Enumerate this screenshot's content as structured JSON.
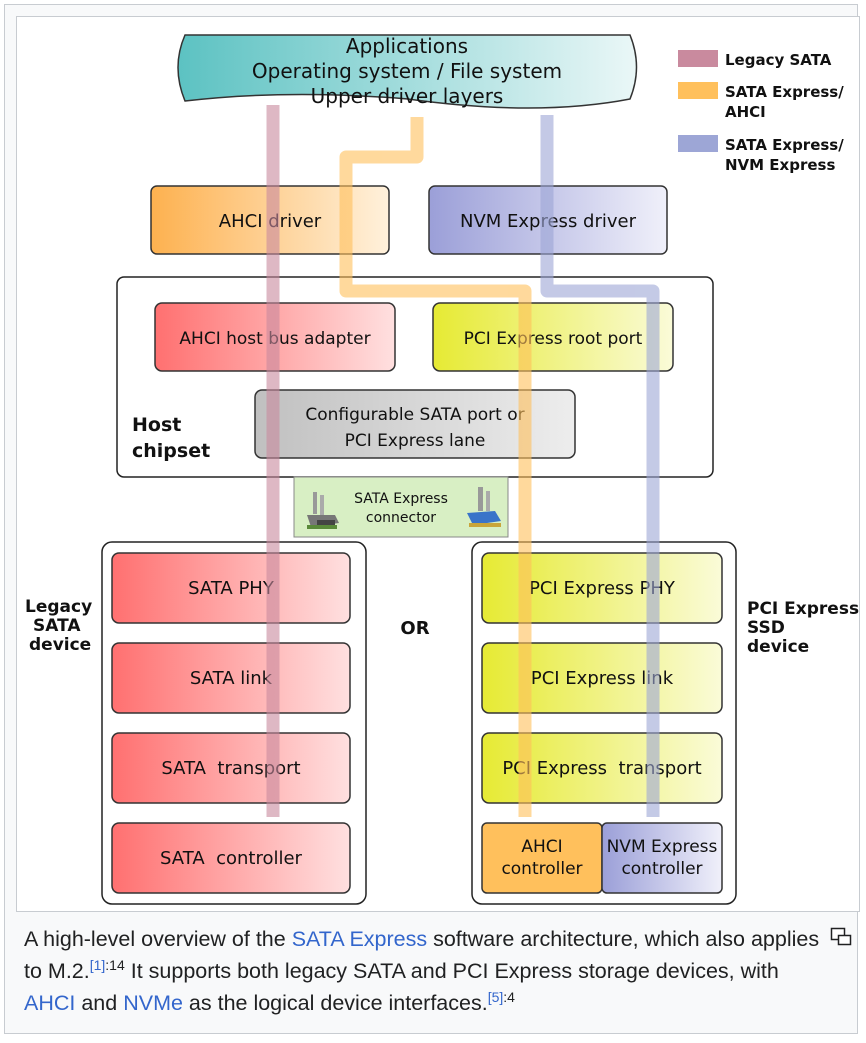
{
  "legend": {
    "legacy": {
      "label": "Legacy SATA",
      "color": "#c98a9e"
    },
    "ahci": {
      "line1": "SATA Express/",
      "line2": "AHCI",
      "color": "#ffc05c"
    },
    "nvme": {
      "line1": "SATA Express/",
      "line2": "NVM Express",
      "color": "#9da6d6"
    }
  },
  "top_box": {
    "line1": "Applications",
    "line2": "Operating system / File system",
    "line3": "Upper driver layers"
  },
  "drivers": {
    "ahci": "AHCI driver",
    "nvme": "NVM Express driver"
  },
  "host": {
    "label_line1": "Host",
    "label_line2": "chipset",
    "ahci_hba": "AHCI host bus adapter",
    "pcie_root": "PCI Express root port",
    "port_line1": "Configurable SATA port or",
    "port_line2": "PCI Express lane"
  },
  "connector": {
    "line1": "SATA Express",
    "line2": "connector"
  },
  "or_label": "OR",
  "legacy_device": {
    "label_line1": "Legacy",
    "label_line2": "SATA",
    "label_line3": "device",
    "layers": [
      "SATA PHY",
      "SATA link",
      "SATA  transport",
      "SATA  controller"
    ]
  },
  "pcie_device": {
    "label_line1": "PCI Express",
    "label_line2": "SSD",
    "label_line3": "device",
    "layers": [
      "PCI Express PHY",
      "PCI Express link",
      "PCI Express  transport"
    ],
    "ahci_ctrl_line1": "AHCI",
    "ahci_ctrl_line2": "controller",
    "nvme_ctrl_line1": "NVM Express",
    "nvme_ctrl_line2": "controller"
  },
  "caption": {
    "t1": "A high-level overview of the ",
    "link_sata": "SATA Express",
    "t2": " software architecture, which also applies to M.2.",
    "ref1": "[1]",
    "ref1_page": ":14",
    "t3": " It supports both legacy SATA and PCI Express storage devices, with ",
    "link_ahci": "AHCI",
    "t4": " and ",
    "link_nvme": "NVMe",
    "t5": " as the logical device interfaces.",
    "ref5": "[5]",
    "ref5_page": ":4"
  },
  "icons": {
    "enlarge": "magnify-clip-icon"
  }
}
